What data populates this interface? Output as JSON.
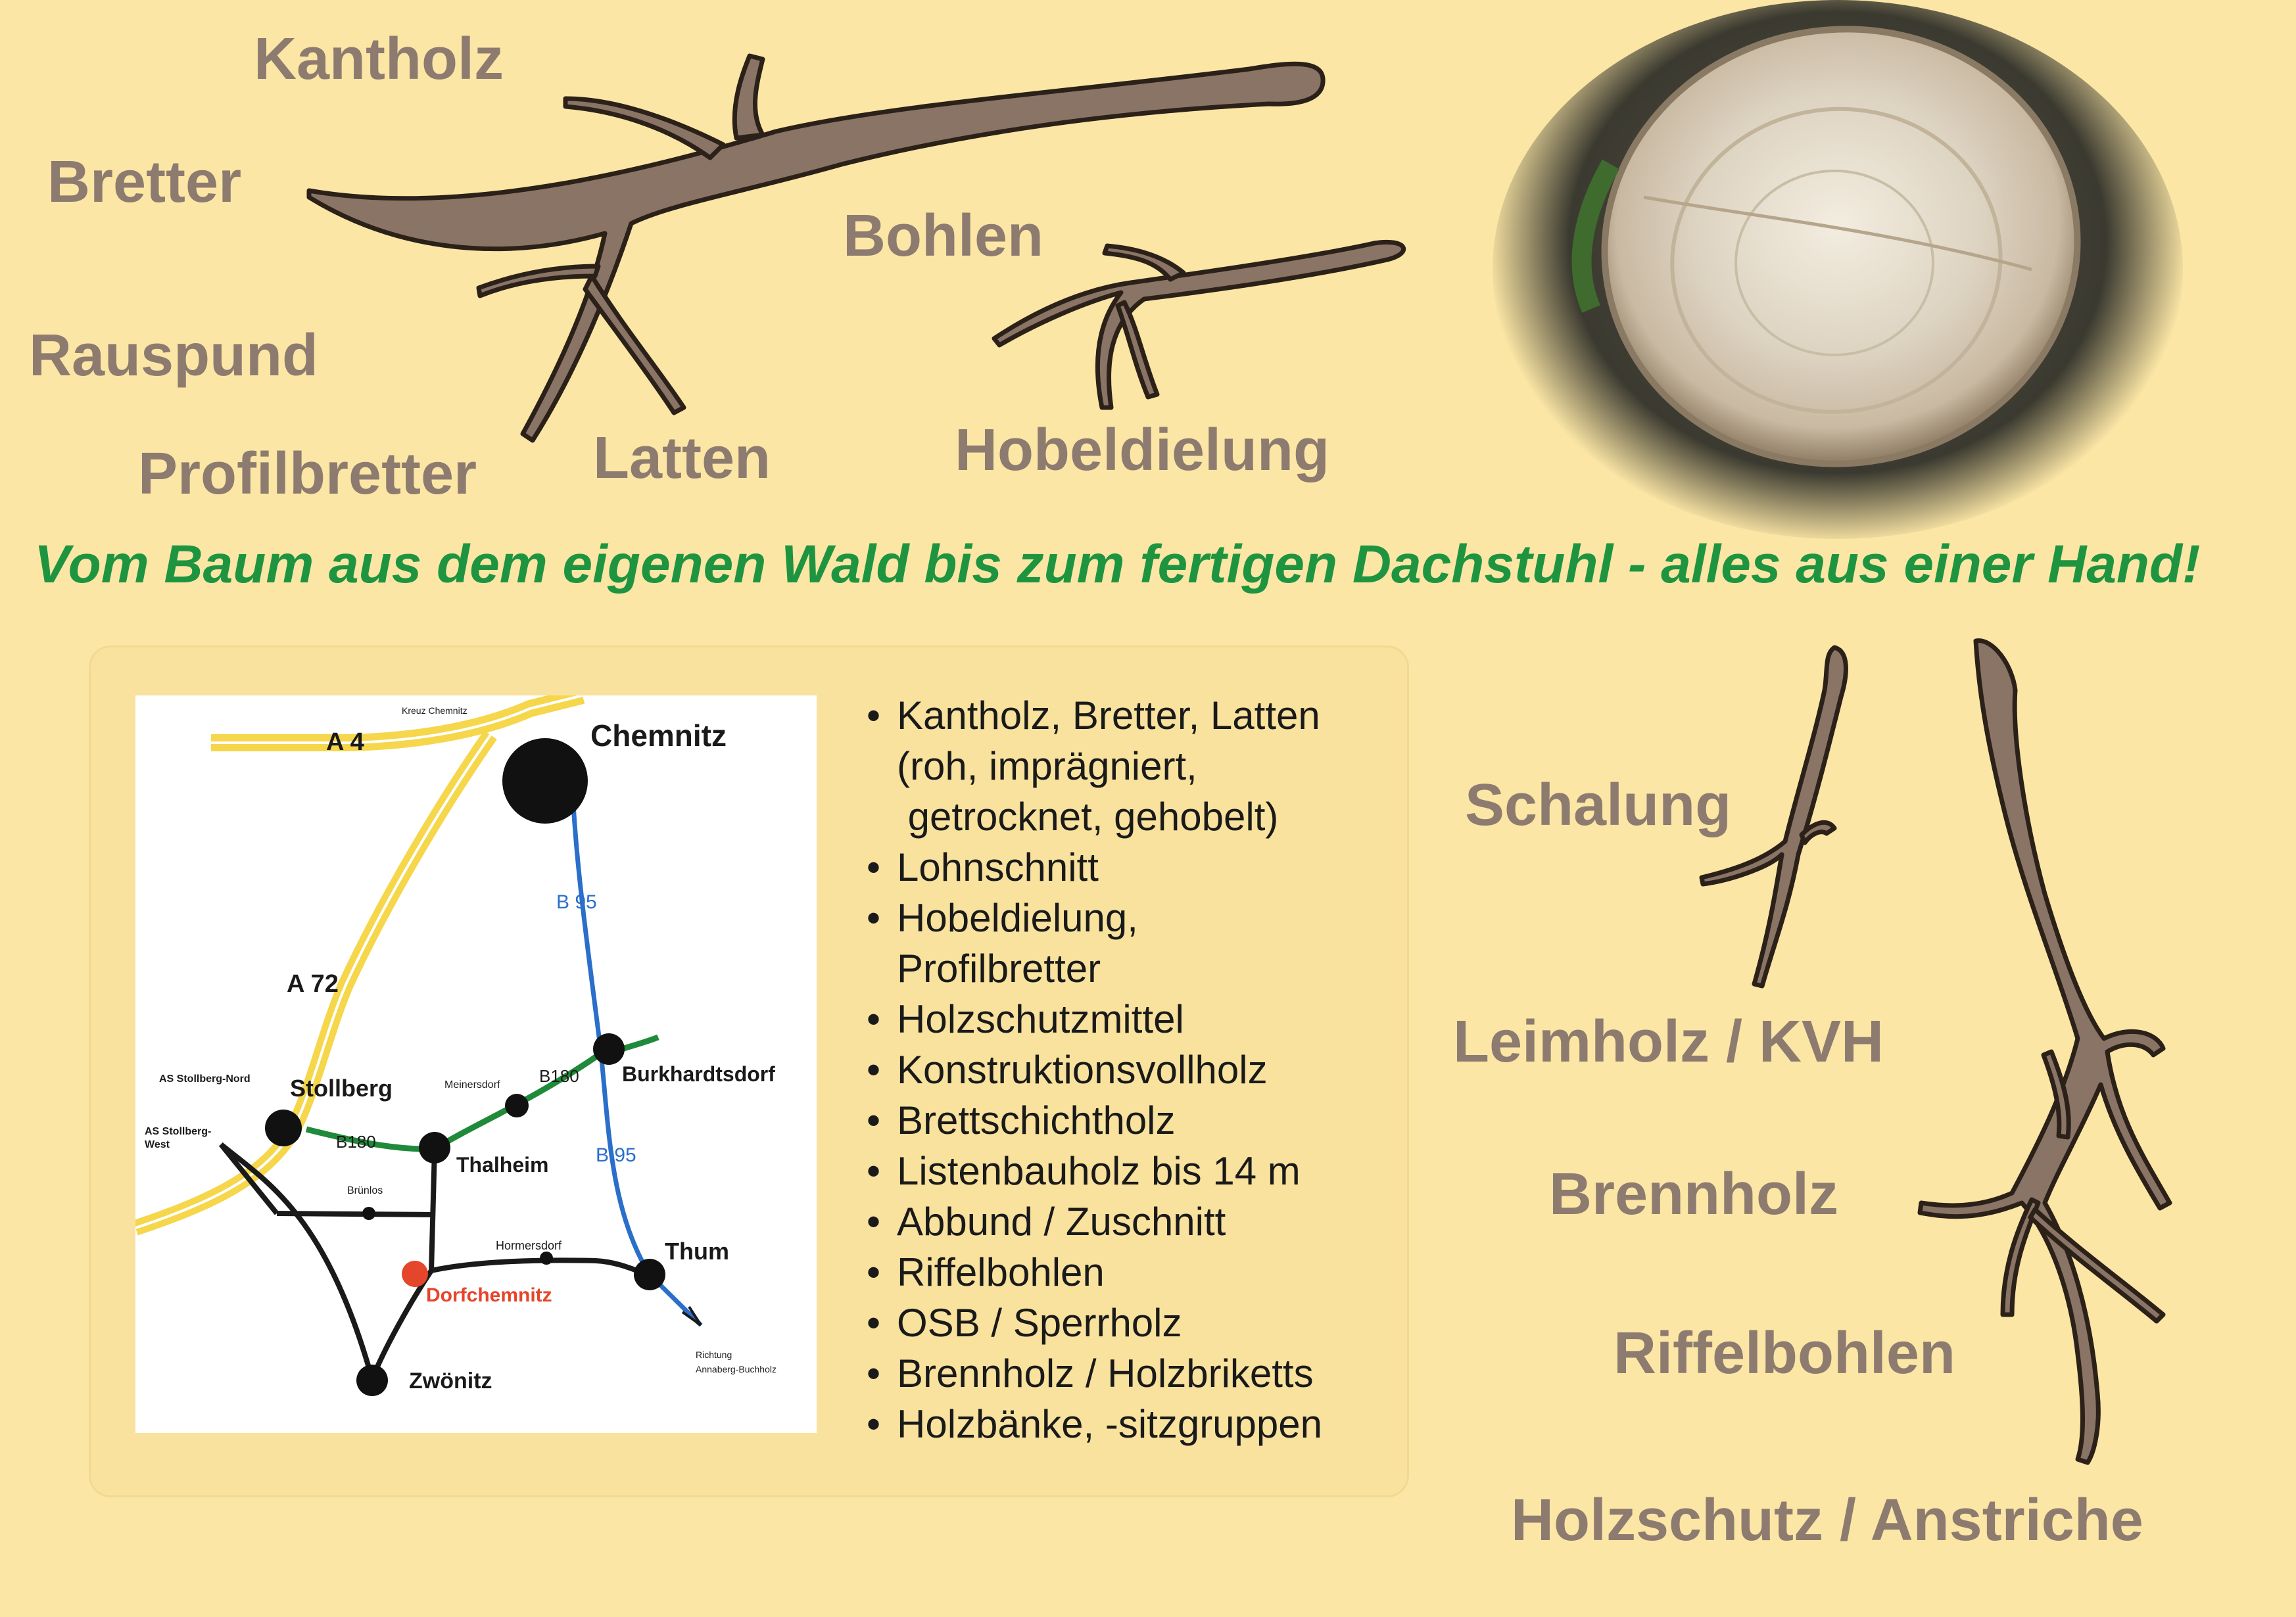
{
  "top_labels": {
    "kantholz": "Kantholz",
    "bretter": "Bretter",
    "rauspund": "Rauspund",
    "profilbretter": "Profilbretter",
    "latten": "Latten",
    "bohlen": "Bohlen",
    "hobeldielung": "Hobeldielung"
  },
  "right_labels": {
    "schalung": "Schalung",
    "leimholz": "Leimholz / KVH",
    "brennholz": "Brennholz",
    "riffelbohlen": "Riffelbohlen",
    "holzschutz": "Holzschutz / Anstriche"
  },
  "slogan": "Vom Baum aus dem eigenen Wald bis zum fertigen Dachstuhl - alles aus einer Hand!",
  "map": {
    "kreuz_chemnitz": "Kreuz Chemnitz",
    "a4": "A 4",
    "a72": "A 72",
    "chemnitz": "Chemnitz",
    "b95_top": "B 95",
    "b95_bottom": "B 95",
    "b180_right": "B180",
    "b180_left": "B180",
    "as_stollberg_nord": "AS Stollberg-Nord",
    "as_stollberg_west_1": "AS Stollberg-",
    "as_stollberg_west_2": "West",
    "stollberg": "Stollberg",
    "meinersdorf": "Meinersdorf",
    "burkhardtsdorf": "Burkhardtsdorf",
    "thalheim": "Thalheim",
    "brunlos": "Brünlos",
    "hormersdorf": "Hormersdorf",
    "thum": "Thum",
    "dorfchemnitz": "Dorfchemnitz",
    "zwonitz": "Zwönitz",
    "richtung_1": "Richtung",
    "richtung_2": "Annaberg-Buchholz",
    "colors": {
      "autobahn": "#f6d64a",
      "b95": "#2a6fc9",
      "b180": "#1f8a3a",
      "target": "#e5452a"
    }
  },
  "products": [
    [
      "Kantholz, Bretter, Latten",
      "(roh, imprägniert,",
      " getrocknet, gehobelt)"
    ],
    [
      "Lohnschnitt"
    ],
    [
      "Hobeldielung,",
      "Profilbretter"
    ],
    [
      "Holzschutzmittel"
    ],
    [
      "Konstruktionsvollholz"
    ],
    [
      "Brettschichtholz"
    ],
    [
      "Listenbauholz bis 14 m"
    ],
    [
      "Abbund / Zuschnitt"
    ],
    [
      "Riffelbohlen"
    ],
    [
      "OSB / Sperrholz"
    ],
    [
      "Brennholz / Holzbriketts"
    ],
    [
      "Holzbänke, -sitzgruppen"
    ]
  ],
  "colors": {
    "background": "#fbe6a5",
    "label": "#8d7b70",
    "branch": "#8a7466",
    "slogan": "#1e9440"
  }
}
